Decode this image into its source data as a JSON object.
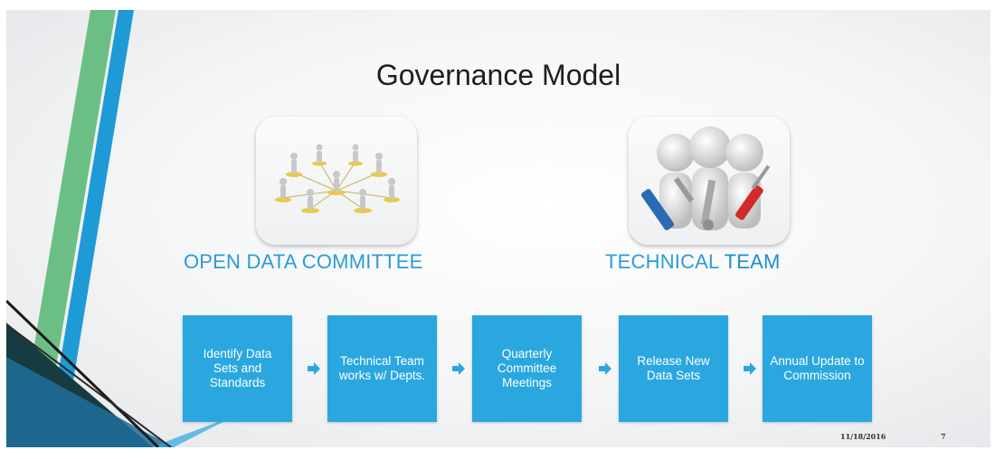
{
  "slide": {
    "title": "Governance Model",
    "teams": [
      {
        "label": "OPEN DATA COMMITTEE",
        "picture": "network-of-people-icon"
      },
      {
        "label_part1": "TECHNICAL",
        "label_part2": "TEAM",
        "picture": "team-with-tools-icon"
      }
    ],
    "process_steps": [
      "Identify Data Sets and Standards",
      "Technical Team works w/ Depts.",
      "Quarterly Committee Meetings",
      "Release New Data Sets",
      "Annual Update to Commission"
    ],
    "footer": {
      "date": "11/18/2016",
      "page_number": "7"
    }
  },
  "colors": {
    "accent_blue": "#2aa7df",
    "label_blue": "#2d9bd8",
    "stripe_green": "#6cbf84",
    "stripe_blue": "#1e9ad6",
    "dark_teal": "#163b40"
  }
}
